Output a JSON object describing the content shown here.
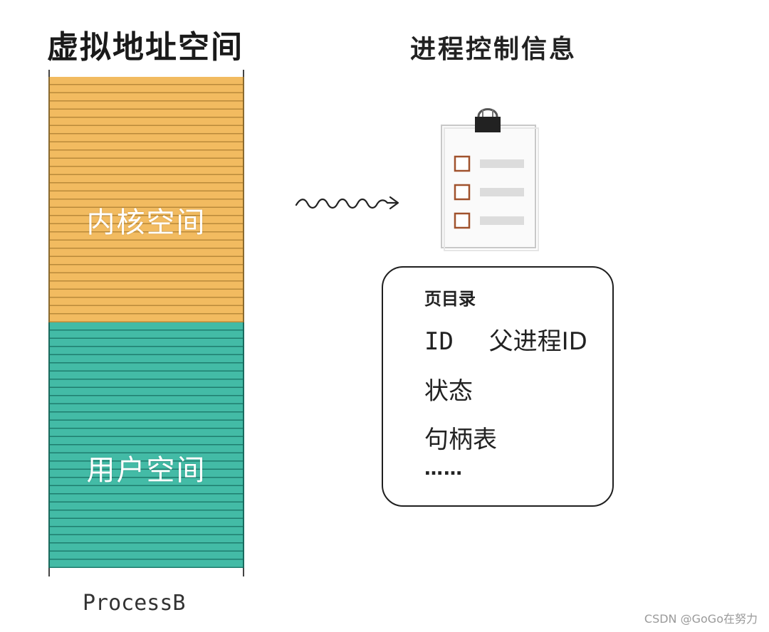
{
  "titles": {
    "virtual_address_space": "虚拟地址空间",
    "process_control_info": "进程控制信息"
  },
  "memory": {
    "kernel_space": "内核空间",
    "user_space": "用户空间",
    "process_name": "ProcessB",
    "kernel_color": "#f2b85a",
    "user_color": "#3fb8a3"
  },
  "pcb": {
    "page_directory": "页目录",
    "id": "ID",
    "parent_id": "父进程ID",
    "state": "状态",
    "handle_table": "句柄表",
    "ellipsis": "……"
  },
  "icons": {
    "arrow": "wavy-arrow-icon",
    "clipboard": "clipboard-checklist-icon"
  },
  "watermark": "CSDN @GoGo在努力"
}
